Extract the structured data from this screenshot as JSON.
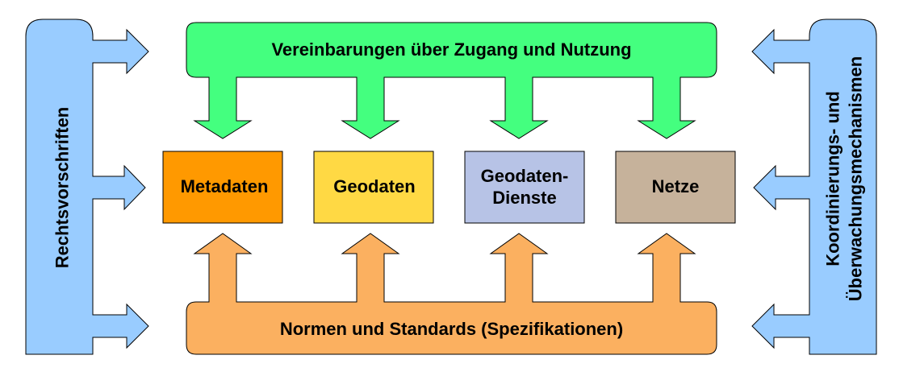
{
  "top_bar": {
    "label": "Vereinbarungen über Zugang und Nutzung",
    "color": "#44ff7f"
  },
  "bottom_bar": {
    "label": "Normen und Standards (Spezifikationen)",
    "color": "#fbb060"
  },
  "left_bar": {
    "label": "Rechtsvorschriften",
    "color": "#99ccff"
  },
  "right_bar": {
    "line1": "Koordinierungs- und",
    "line2": "Überwachungsmechanismen",
    "color": "#99ccff"
  },
  "components": [
    {
      "line1": "Metadaten",
      "line2": "",
      "color": "#ff9900"
    },
    {
      "line1": "Geodaten",
      "line2": "",
      "color": "#ffd944"
    },
    {
      "line1": "Geodaten-",
      "line2": "Dienste",
      "color": "#b7c3e6"
    },
    {
      "line1": "Netze",
      "line2": "",
      "color": "#c6b29b"
    }
  ]
}
